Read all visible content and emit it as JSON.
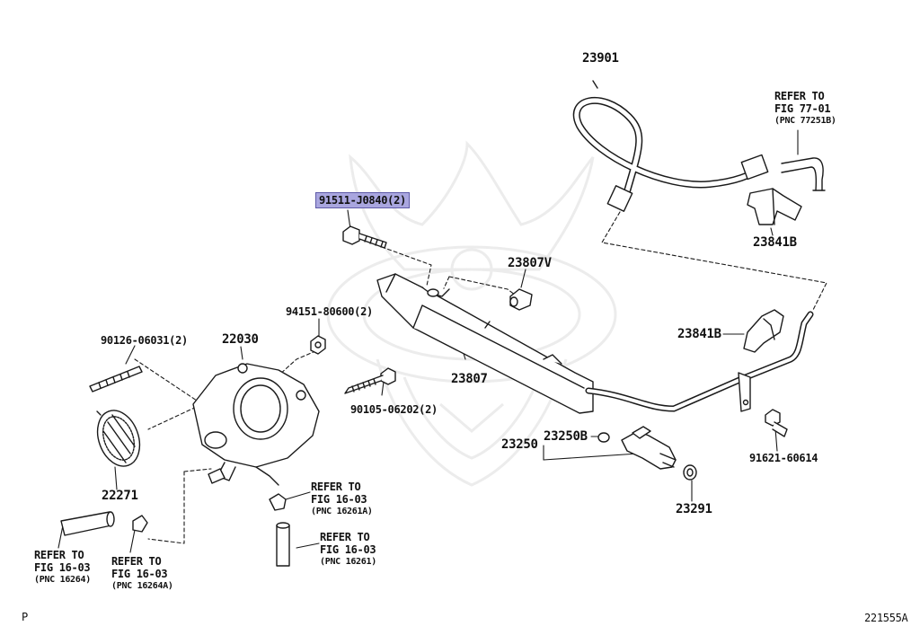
{
  "part_labels": {
    "hose_23901": "23901",
    "refer_77": {
      "line1": "REFER TO",
      "line2": "FIG 77-01",
      "pnc": "(PNC 77251B)"
    },
    "clamp_23841b_top": "23841B",
    "bolt_highlight": "91511-J0840(2)",
    "cushion_23807v": "23807V",
    "nut_94151": "94151-80600(2)",
    "stud_90126": "90126-06031(2)",
    "throttle_22030": "22030",
    "clamp_23841b_mid": "23841B",
    "rail_23807": "23807",
    "bolt_90105": "90105-06202(2)",
    "bolt_91621": "91621-60614",
    "injector_23250": "23250",
    "oring_23250b": "23250B",
    "gasket_22271": "22271",
    "insulator_23291": "23291",
    "refer_16261a": {
      "line1": "REFER TO",
      "line2": "FIG 16-03",
      "pnc": "(PNC 16261A)"
    },
    "refer_16261": {
      "line1": "REFER TO",
      "line2": "FIG 16-03",
      "pnc": "(PNC 16261)"
    },
    "refer_16264": {
      "line1": "REFER TO",
      "line2": "FIG 16-03",
      "pnc": "(PNC 16264)"
    },
    "refer_16264a": {
      "line1": "REFER TO",
      "line2": "FIG 16-03",
      "pnc": "(PNC 16264A)"
    }
  },
  "footer": {
    "left_mark": "P",
    "diagram_code": "221555A"
  },
  "colors": {
    "line": "#1a1a1a",
    "highlight_fill": "#a9a6df",
    "highlight_border": "#5e5aa8",
    "watermark": "#ececec"
  }
}
